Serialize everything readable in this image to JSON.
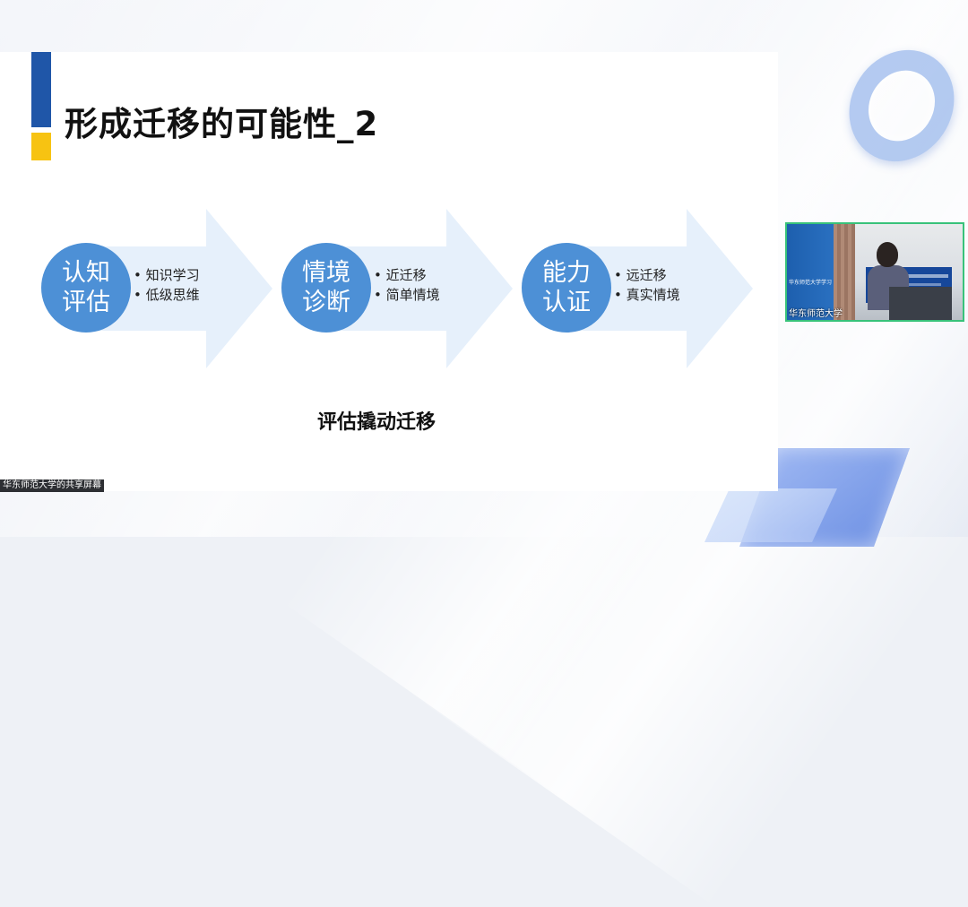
{
  "slide": {
    "title": "形成迁移的可能性_2",
    "stages": [
      {
        "circle_line1": "认知",
        "circle_line2": "评估",
        "bullets": [
          "知识学习",
          "低级思维"
        ]
      },
      {
        "circle_line1": "情境",
        "circle_line2": "诊断",
        "bullets": [
          "近迁移",
          "简单情境"
        ]
      },
      {
        "circle_line1": "能力",
        "circle_line2": "认证",
        "bullets": [
          "远迁移",
          "真实情境"
        ]
      }
    ],
    "caption": "评估撬动迁移"
  },
  "share_label": "华东师范大学的共享屏幕",
  "video": {
    "participant_name": "华东师范大学",
    "badge_text": "华东师范大学学习"
  },
  "colors": {
    "accent_blue": "#1f56a8",
    "accent_yellow": "#f7c312",
    "circle_blue": "#4d90d6",
    "arrow_fill": "#e6f0fb",
    "video_border": "#38c27a"
  }
}
